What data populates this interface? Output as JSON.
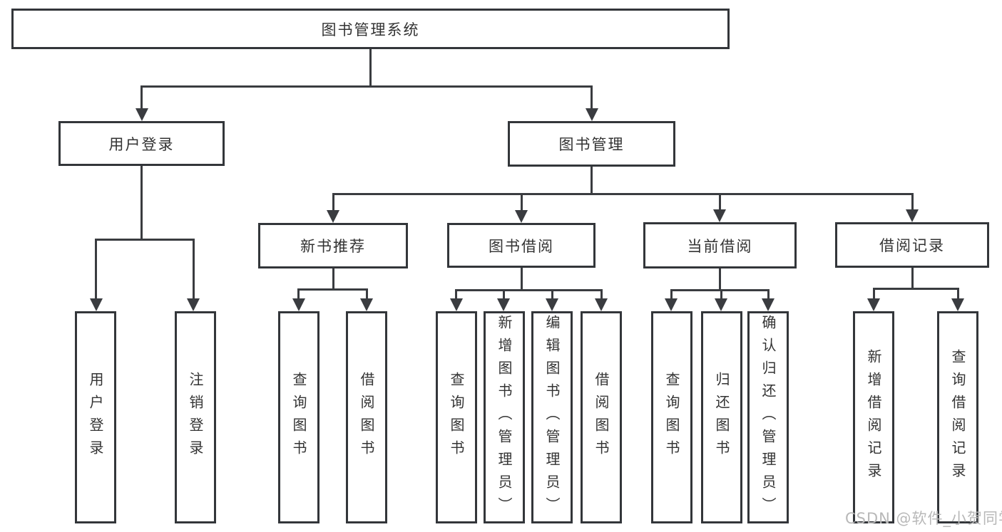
{
  "tree": {
    "label": "图书管理系统",
    "children": [
      {
        "label": "用户登录",
        "children": [
          {
            "label": "用户登录"
          },
          {
            "label": "注销登录"
          }
        ]
      },
      {
        "label": "图书管理",
        "children": [
          {
            "label": "新书推荐",
            "children": [
              {
                "label": "查询图书"
              },
              {
                "label": "借阅图书"
              }
            ]
          },
          {
            "label": "图书借阅",
            "children": [
              {
                "label": "查询图书"
              },
              {
                "label": "新增图书（管理员）"
              },
              {
                "label": "编辑图书（管理员）"
              },
              {
                "label": "借阅图书"
              }
            ]
          },
          {
            "label": "当前借阅",
            "children": [
              {
                "label": "查询图书"
              },
              {
                "label": "归还图书"
              },
              {
                "label": "确认归还（管理员）"
              }
            ]
          },
          {
            "label": "借阅记录",
            "children": [
              {
                "label": "新增借阅记录"
              },
              {
                "label": "查询借阅记录"
              }
            ]
          }
        ]
      }
    ]
  },
  "watermark": {
    "text": "CSDN @软件_小贺同学"
  },
  "colors": {
    "line": "#3a3c40",
    "box_border": "#33363a",
    "text": "#333333",
    "background": "#ffffff",
    "watermark": "#b8b8b8"
  }
}
